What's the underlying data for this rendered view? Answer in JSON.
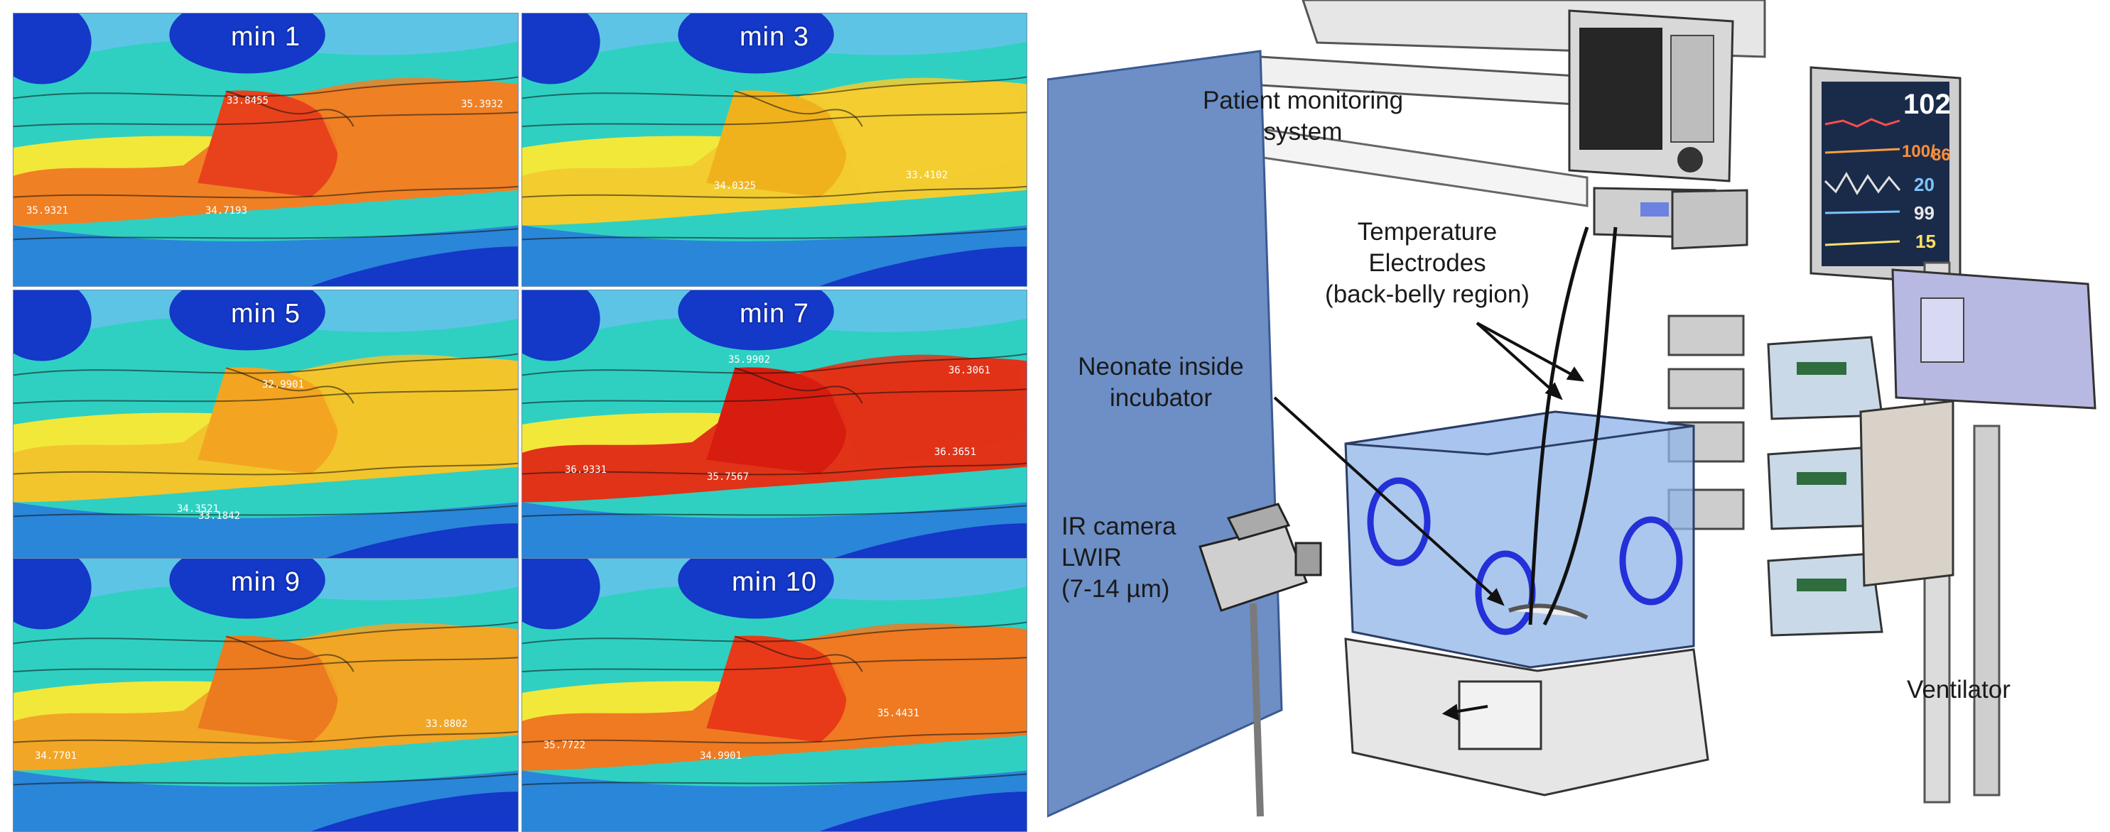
{
  "thermal_panels": [
    {
      "label": "min 1",
      "heat": "#e8421c",
      "body": "#f08024",
      "temps": [
        "35.9321",
        "34.7193",
        "33.8455",
        "35.3932"
      ]
    },
    {
      "label": "min 3",
      "heat": "#f0b21c",
      "body": "#f3cd30",
      "temps": [
        "34.0325",
        "33.4102"
      ]
    },
    {
      "label": "min 5",
      "heat": "#f3a521",
      "body": "#f2c52c",
      "temps": [
        "34.3521",
        "33.1842",
        "32.9901"
      ]
    },
    {
      "label": "min 7",
      "heat": "#d61d0f",
      "body": "#e03318",
      "temps": [
        "36.9331",
        "35.7567",
        "36.3651",
        "36.3061",
        "35.9902"
      ]
    },
    {
      "label": "min 9",
      "heat": "#ec7a1e",
      "body": "#f2a626",
      "temps": [
        "34.7701",
        "33.8802"
      ]
    },
    {
      "label": "min 10",
      "heat": "#e83a18",
      "body": "#ef7a22",
      "temps": [
        "35.7722",
        "34.9901",
        "35.4431"
      ]
    }
  ],
  "callouts": {
    "monitoring": [
      "Patient monitoring",
      "system"
    ],
    "electrodes": [
      "Temperature",
      "Electrodes",
      "(back-belly region)"
    ],
    "neonate": [
      "Neonate inside",
      "incubator"
    ],
    "camera": [
      "IR camera",
      "LWIR",
      "(7-14 µm)"
    ],
    "ventilator": "Ventilator"
  },
  "monitor_readings": [
    "102",
    "100/",
    "86",
    "20",
    "99",
    "15"
  ],
  "colors": {
    "thermal_background": "#2fd0c2",
    "thermal_cold": "#1438c8",
    "thermal_warm": "#f2e83a",
    "panel_board": "#6d8fc6",
    "incubator": "#8fb4e8"
  }
}
